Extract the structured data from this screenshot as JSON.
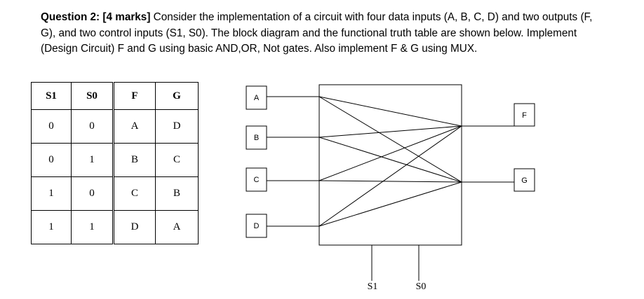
{
  "question": {
    "title": "Question 2: [4 marks]",
    "body": " Consider the implementation of a circuit with four data inputs (A, B, C, D) and two outputs (F, G), and two control inputs (S1, S0). The block diagram and the functional truth table are shown below. Implement (Design Circuit) F and G using basic AND,OR, Not gates. Also implement F & G using MUX."
  },
  "table": {
    "headers": [
      "S1",
      "S0",
      "F",
      "G"
    ],
    "rows": [
      [
        "0",
        "0",
        "A",
        "D"
      ],
      [
        "0",
        "1",
        "B",
        "C"
      ],
      [
        "1",
        "0",
        "C",
        "B"
      ],
      [
        "1",
        "1",
        "D",
        "A"
      ]
    ]
  },
  "diagram": {
    "inputs": [
      "A",
      "B",
      "C",
      "D"
    ],
    "outputs": [
      "F",
      "G"
    ],
    "controls": [
      "S1",
      "S0"
    ]
  }
}
